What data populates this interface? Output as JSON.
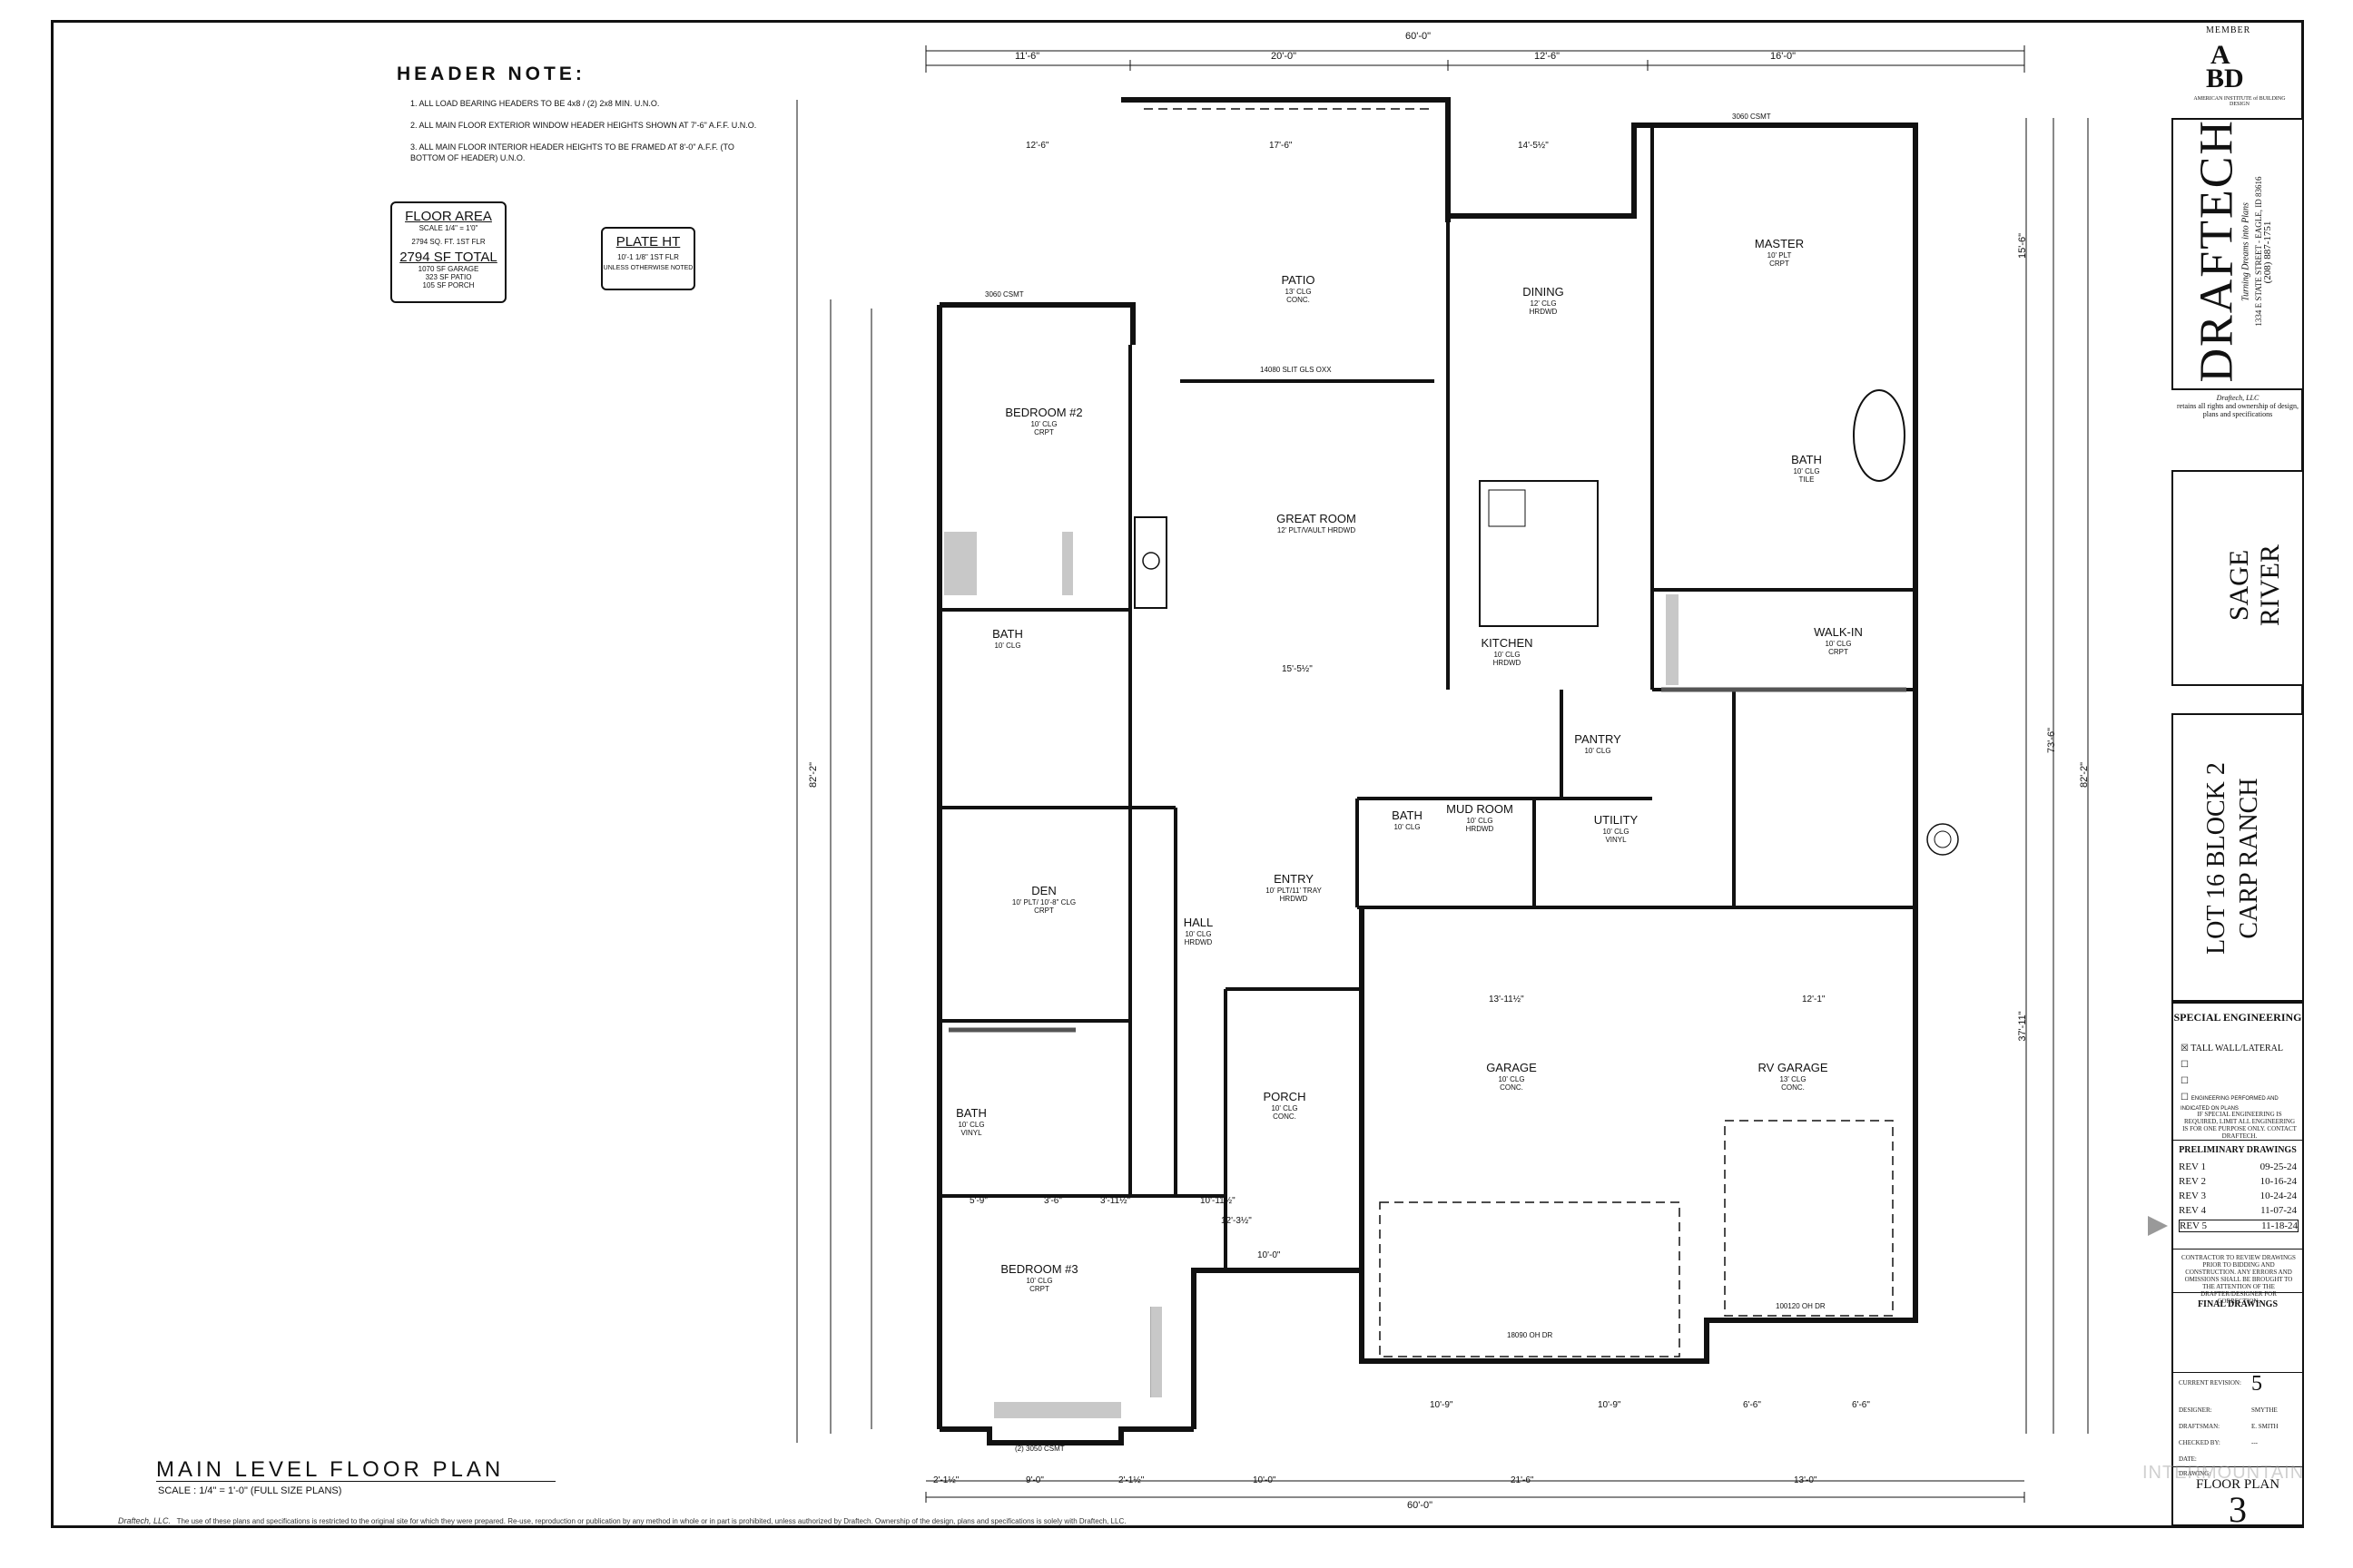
{
  "header_note": {
    "title": "HEADER NOTE:",
    "items": [
      "1.   ALL LOAD BEARING HEADERS TO BE 4x8 / (2) 2x8 MIN. U.N.O.",
      "2.   ALL MAIN FLOOR EXTERIOR WINDOW HEADER HEIGHTS SHOWN AT 7'-6\" A.F.F. U.N.O.",
      "3.   ALL MAIN FLOOR INTERIOR HEADER HEIGHTS TO BE FRAMED AT 8'-0\" A.F.F. (TO BOTTOM OF HEADER) U.N.O."
    ]
  },
  "floor_area": {
    "title": "FLOOR AREA",
    "scale": "SCALE 1/4\" = 1'0\"",
    "first_floor": "2794 SQ. FT. 1ST FLR",
    "total": "2794 SF TOTAL",
    "garage": "1070 SF GARAGE",
    "patio": "323 SF PATIO",
    "porch": "105 SF PORCH"
  },
  "plate_ht": {
    "title": "PLATE HT",
    "value": "10'-1 1/8\" 1ST FLR",
    "note": "UNLESS OTHERWISE NOTED"
  },
  "plan": {
    "title": "MAIN LEVEL FLOOR PLAN",
    "scale": "SCALE : 1/4\" = 1'-0\" (FULL SIZE PLANS)"
  },
  "rooms": [
    {
      "name": "BEDROOM #2",
      "detail": "10' CLG\nCRPT"
    },
    {
      "name": "BATH",
      "detail": "10' CLG"
    },
    {
      "name": "PATIO",
      "detail": "13' CLG\nCONC."
    },
    {
      "name": "GREAT ROOM",
      "detail": "12' PLT/VAULT   HRDWD"
    },
    {
      "name": "DINING",
      "detail": "12' CLG\nHRDWD"
    },
    {
      "name": "KITCHEN",
      "detail": "10' CLG\nHRDWD"
    },
    {
      "name": "MASTER",
      "detail": "10' PLT\nCRPT"
    },
    {
      "name": "BATH",
      "detail": "10' CLG\nTILE"
    },
    {
      "name": "WALK-IN",
      "detail": "10' CLG\nCRPT"
    },
    {
      "name": "PANTRY",
      "detail": "10' CLG"
    },
    {
      "name": "DEN",
      "detail": "10' PLT/ 10'-8\" CLG\nCRPT"
    },
    {
      "name": "HALL",
      "detail": "10' CLG\nHRDWD"
    },
    {
      "name": "ENTRY",
      "detail": "10' PLT/11' TRAY\nHRDWD"
    },
    {
      "name": "BATH",
      "detail": "10' CLG"
    },
    {
      "name": "MUD ROOM",
      "detail": "10' CLG\nHRDWD"
    },
    {
      "name": "UTILITY",
      "detail": "10' CLG\nVINYL"
    },
    {
      "name": "BATH",
      "detail": "10' CLG\nVINYL"
    },
    {
      "name": "PORCH",
      "detail": "10' CLG\nCONC."
    },
    {
      "name": "GARAGE",
      "detail": "10' CLG\nCONC."
    },
    {
      "name": "RV GARAGE",
      "detail": "13' CLG\nCONC."
    },
    {
      "name": "BEDROOM #3",
      "detail": "10' CLG\nCRPT"
    }
  ],
  "dimensions": {
    "top_overall": "60'-0\"",
    "top_segments": [
      "11'-6\"",
      "20'-0\"",
      "12'-6\"",
      "16'-0\""
    ],
    "bottom_overall": "60'-0\"",
    "bottom_segments": [
      "2'-1½\"",
      "9'-0\"",
      "2'-1½\"",
      "10'-0\"",
      "21'-6\"",
      "13'-0\""
    ],
    "left_overall": "82'-2\"",
    "right_overall": "82'-2\"",
    "right_segments": [
      "73'-6\"",
      "37'-11\"",
      "15'-6\""
    ],
    "misc": [
      "12'-6\"",
      "17'-6\"",
      "14'-5½\"",
      "15'-5½\"",
      "13'-11½\"",
      "12'-1\"",
      "10'-9\"",
      "10'-9\"",
      "6'-6\"",
      "6'-6\"",
      "5'-9\"",
      "3'-6\"",
      "3'-11½\"",
      "10'-11½\"",
      "12'-3½\"",
      "10'-0\""
    ]
  },
  "callouts": {
    "garage_door_1": "18090 OH DR",
    "garage_door_2": "100120 OH DR",
    "patio_door": "14080 SLIT GLS OXX",
    "master_windows": "3060 CSMT",
    "bed3_window": "(2) 3050 CSMT",
    "bed2_windows": "3060 CSMT"
  },
  "title_block": {
    "member": "MEMBER",
    "aibd_top": "A",
    "aibd_bottom": "BD",
    "aibd_name": "AMERICAN INSTITUTE of BUILDING DESIGN",
    "company": "DRAFTECH",
    "tagline": "Turning Dreams into Plans",
    "address": "1334 E STATE STREET - EAGLE, ID 83616",
    "phone": "(208) 887-1751",
    "llc": "Draftech, LLC",
    "rights": "retains all rights and ownership of design, plans and specifications",
    "project_name_1": "SAGE",
    "project_name_2": "RIVER",
    "lot_1": "LOT 16 BLOCK 2",
    "lot_2": "CARP RANCH",
    "special_title": "SPECIAL ENGINEERING",
    "special_items": [
      "TALL WALL/LATERAL",
      "",
      "",
      "ENGINEERING PERFORMED AND INDICATED ON PLANS"
    ],
    "special_note": "IF SPECIAL ENGINEERING IS REQUIRED, LIMIT ALL ENGINEERING IS FOR ONE PURPOSE ONLY. CONTACT DRAFTECH.",
    "prelim_title": "PRELIMINARY DRAWINGS",
    "revisions": [
      {
        "label": "REV 1",
        "date": "09-25-24"
      },
      {
        "label": "REV 2",
        "date": "10-16-24"
      },
      {
        "label": "REV 3",
        "date": "10-24-24"
      },
      {
        "label": "REV 4",
        "date": "11-07-24"
      },
      {
        "label": "REV 5",
        "date": "11-18-24"
      }
    ],
    "contractor_note": "CONTRACTOR TO REVIEW DRAWINGS PRIOR TO BIDDING AND CONSTRUCTION. ANY ERRORS AND OMISSIONS SHALL BE BROUGHT TO THE ATTENTION OF THE DRAFTER/DESIGNER FOR CORRECTION.",
    "final_title": "FINAL DRAWINGS",
    "current_revision_label": "CURRENT REVISION:",
    "current_revision": "5",
    "designer_label": "DESIGNER:",
    "designer": "SMYTHE",
    "draftsman_label": "DRAFTSMAN:",
    "draftsman": "E. SMITH",
    "checked_label": "CHECKED BY:",
    "checked": "---",
    "date_label": "DATE:",
    "drawing_label": "DRAWING:",
    "drawing_name": "FLOOR PLAN",
    "sheet_number": "3"
  },
  "footer": {
    "company": "Draftech, LLC.",
    "text": "The use of these plans and specifications is restricted to the original site for which they were prepared. Re-use, reproduction or publication by any method in whole or in part is prohibited, unless authorized by Draftech. Ownership of the design, plans and specifications is solely with Draftech, LLC."
  },
  "watermark": "INTERMOUNTAIN"
}
